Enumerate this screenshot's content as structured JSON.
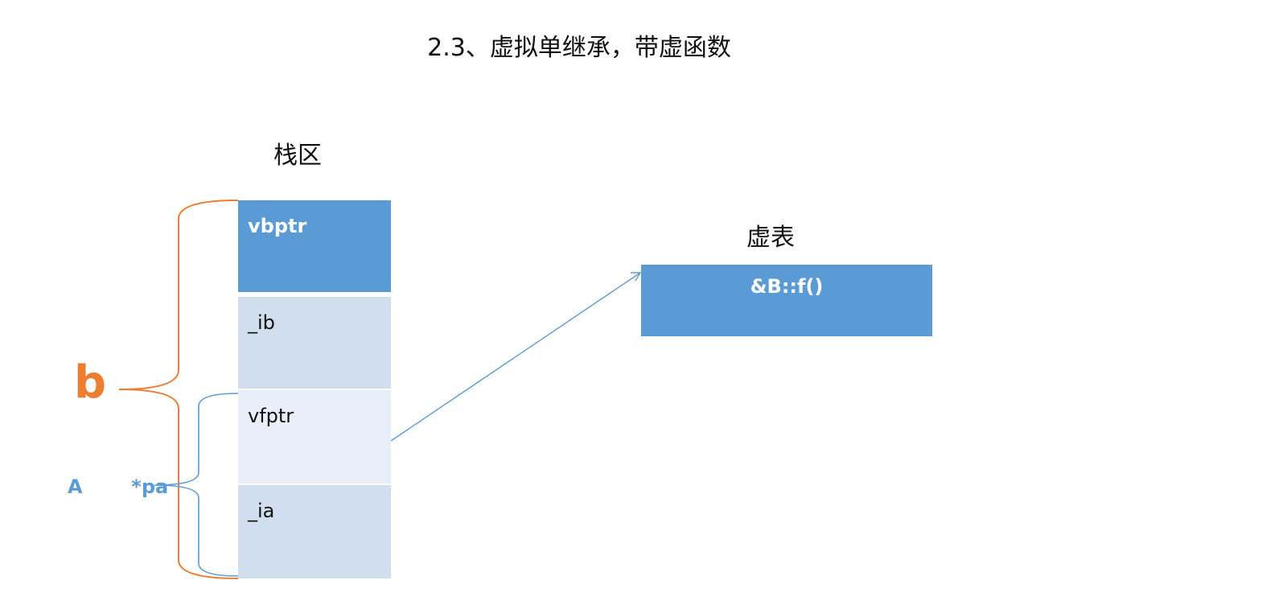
{
  "title": "2.3、虚拟单继承，带虚函数",
  "stack": {
    "heading": "栈区",
    "cells": [
      "vbptr",
      "_ib",
      "vfptr",
      "_ia"
    ]
  },
  "vtable": {
    "heading": "虚表",
    "entry": "&B::f()"
  },
  "labels": {
    "object_b": "b",
    "pointer_a": "A  *pa"
  },
  "colors": {
    "block_blue": "#5b9bd5",
    "cell_mid": "#d0deef",
    "cell_light": "#e9eff8",
    "brace_orange": "#ed7d31",
    "brace_blue": "#5b9bd5"
  }
}
